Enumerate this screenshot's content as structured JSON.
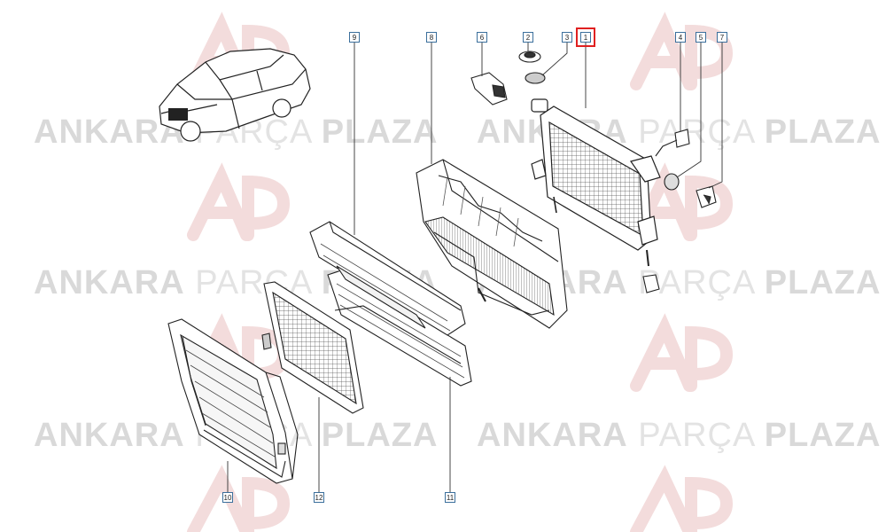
{
  "watermark": {
    "word_a": "ANKARA",
    "word_b": "PARÇA",
    "word_c": "PLAZA",
    "logo": "AP"
  },
  "highlight_color": "#e02020",
  "callouts": {
    "c1": "1",
    "c2": "2",
    "c3": "3",
    "c4": "4",
    "c5": "5",
    "c6": "6",
    "c7": "7",
    "c8": "8",
    "c9": "9",
    "c10": "10",
    "c11": "11",
    "c12": "12"
  },
  "highlighted_part": "1"
}
